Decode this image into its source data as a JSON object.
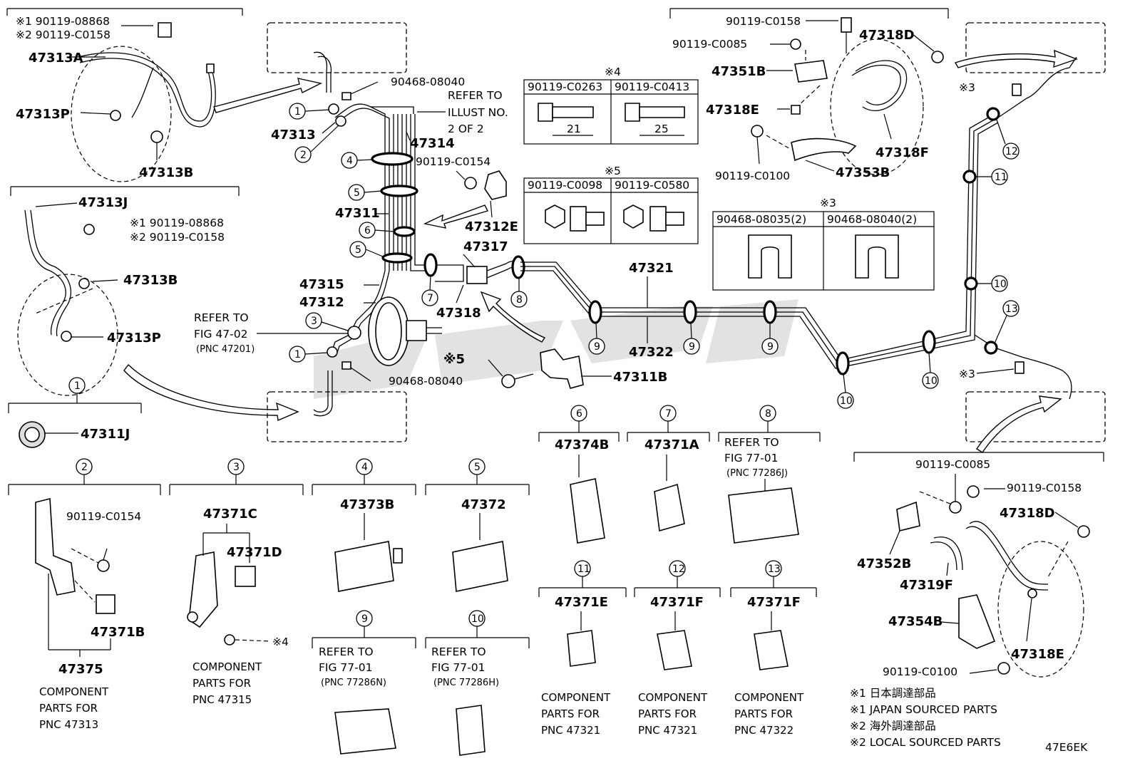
{
  "diagram": {
    "code": "47E6EK",
    "labels": {
      "p_47313A": "47313A",
      "p_47313P_a": "47313P",
      "p_47313B_a": "47313B",
      "p_47313J": "47313J",
      "p_47313B_b": "47313B",
      "p_47313P_b": "47313P",
      "p_47311J": "47311J",
      "p_47313": "47313",
      "p_47314": "47314",
      "p_47311": "47311",
      "p_47312E": "47312E",
      "p_47317": "47317",
      "p_47315": "47315",
      "p_47312": "47312",
      "p_47318": "47318",
      "p_47321": "47321",
      "p_47322": "47322",
      "p_47311B": "47311B",
      "p_47318D_a": "47318D",
      "p_47351B": "47351B",
      "p_47318E_a": "47318E",
      "p_47318F": "47318F",
      "p_47353B": "47353B",
      "p_47374B": "47374B",
      "p_47371A": "47371A",
      "p_47371C": "47371C",
      "p_47371D": "47371D",
      "p_47373B": "47373B",
      "p_47372": "47372",
      "p_47371B": "47371B",
      "p_47375": "47375",
      "p_47371E": "47371E",
      "p_47371F_a": "47371F",
      "p_47371F_b": "47371F",
      "p_47352B": "47352B",
      "p_47319F": "47319F",
      "p_47354B": "47354B",
      "p_47318D_b": "47318D",
      "p_47318E_b": "47318E",
      "b_90119_08868_a": "※1 90119-08868",
      "b_90119_C0158_a": "※2 90119-C0158",
      "b_90119_08868_b": "※1 90119-08868",
      "b_90119_C0158_b": "※2 90119-C0158",
      "c_90468_08040_a": "90468-08040",
      "c_90468_08040_b": "90468-08040",
      "b_90119_C0154_a": "90119-C0154",
      "b_90119_C0154_b": "90119-C0154",
      "b_90119_C0158_c": "90119-C0158",
      "b_90119_C0085_a": "90119-C0085",
      "b_90119_C0100_a": "90119-C0100",
      "b_90119_C0085_b": "90119-C0085",
      "b_90119_C0158_d": "90119-C0158",
      "b_90119_C0100_b": "90119-C0100",
      "note_x5": "※5",
      "note_x3_a": "※3",
      "note_x3_b": "※3",
      "note_x4_small": "※4"
    },
    "refers": {
      "illust_1": "REFER TO",
      "illust_2": "ILLUST NO.",
      "illust_3": "2 OF 2",
      "fig4702_1": "REFER TO",
      "fig4702_2": "FIG 47-02",
      "fig4702_3": "(PNC 47201)",
      "fig7701_8_1": "REFER TO",
      "fig7701_8_2": "FIG 77-01",
      "fig7701_8_3": "(PNC 77286J)",
      "fig7701_9_1": "REFER TO",
      "fig7701_9_2": "FIG 77-01",
      "fig7701_9_3": "(PNC 77286N)",
      "fig7701_10_1": "REFER TO",
      "fig7701_10_2": "FIG 77-01",
      "fig7701_10_3": "(PNC 77286H)"
    },
    "components": {
      "c47313_1": "COMPONENT",
      "c47313_2": "PARTS FOR",
      "c47313_3": "PNC 47313",
      "c47315_1": "COMPONENT",
      "c47315_2": "PARTS FOR",
      "c47315_3": "PNC 47315",
      "c47321a_1": "COMPONENT",
      "c47321a_2": "PARTS FOR",
      "c47321a_3": "PNC 47321",
      "c47321b_1": "COMPONENT",
      "c47321b_2": "PARTS FOR",
      "c47321b_3": "PNC 47321",
      "c47322_1": "COMPONENT",
      "c47322_2": "PARTS FOR",
      "c47322_3": "PNC 47322"
    },
    "tables": {
      "x4_title": "※4",
      "x4_col1": "90119-C0263",
      "x4_col2": "90119-C0413",
      "x4_dim1": "21",
      "x4_dim2": "25",
      "x5_title": "※5",
      "x5_col1": "90119-C0098",
      "x5_col2": "90119-C0580",
      "x3_title": "※3",
      "x3_col1": "90468-08035(2)",
      "x3_col2": "90468-08040(2)"
    },
    "legend": {
      "l1": "※1 日本調達部品",
      "l2": "※1 JAPAN SOURCED PARTS",
      "l3": "※2 海外調達部品",
      "l4": "※2 LOCAL SOURCED PARTS"
    },
    "callouts": [
      "1",
      "2",
      "3",
      "4",
      "5",
      "6",
      "5",
      "7",
      "8",
      "9",
      "9",
      "9",
      "10",
      "10",
      "10",
      "11",
      "12",
      "13",
      "1",
      "2",
      "3",
      "4",
      "5",
      "6",
      "7",
      "8",
      "9",
      "10",
      "11",
      "12",
      "13"
    ]
  }
}
